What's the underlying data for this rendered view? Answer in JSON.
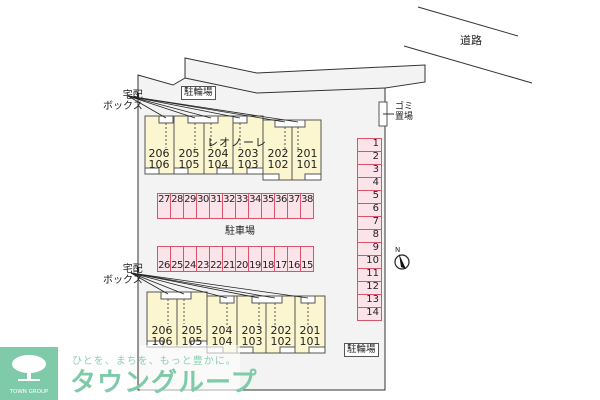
{
  "map": {
    "road_label": "道路",
    "bicycle_parking_top": "駐輪場",
    "bicycle_parking_bottom": "駐輪場",
    "garbage_label_line1": "ゴミ",
    "garbage_label_line2": "置場",
    "parking_label": "駐車場",
    "delivery_box_top_line1": "宅配",
    "delivery_box_top_line2": "ボックス",
    "delivery_box_bottom_line1": "宅配",
    "delivery_box_bottom_line2": "ボックス",
    "building_name": "レオノーレ",
    "compass_label": "N"
  },
  "building_top": {
    "units": [
      {
        "upper": "206",
        "lower": "106"
      },
      {
        "upper": "205",
        "lower": "105"
      },
      {
        "upper": "204",
        "lower": "104"
      },
      {
        "upper": "203",
        "lower": "103"
      },
      {
        "upper": "202",
        "lower": "102"
      },
      {
        "upper": "201",
        "lower": "101"
      }
    ]
  },
  "building_bottom": {
    "units": [
      {
        "upper": "206",
        "lower": "106"
      },
      {
        "upper": "205",
        "lower": "105"
      },
      {
        "upper": "204",
        "lower": "104"
      },
      {
        "upper": "203",
        "lower": "103"
      },
      {
        "upper": "202",
        "lower": "102"
      },
      {
        "upper": "201",
        "lower": "101"
      }
    ]
  },
  "parking": {
    "right_column": [
      "1",
      "2",
      "3",
      "4",
      "5",
      "6",
      "7",
      "8",
      "9",
      "10",
      "11",
      "12",
      "13",
      "14"
    ],
    "top_row": [
      "27",
      "28",
      "29",
      "30",
      "31",
      "32",
      "33",
      "34",
      "35",
      "36",
      "37",
      "38"
    ],
    "bottom_row": [
      "26",
      "25",
      "24",
      "23",
      "22",
      "21",
      "20",
      "19",
      "18",
      "17",
      "16",
      "15"
    ]
  },
  "branding": {
    "tagline": "ひとを、まちを、もっと豊かに。",
    "brand_name": "タウングループ",
    "logo_caption": "TOWN GROUP"
  },
  "colors": {
    "lot_fill": "#f3f3f4",
    "building_fill": "#fbf6cf",
    "parking_fill": "#fbe3ea",
    "parking_border": "#d9546b",
    "brand_green": "#7ecaa9"
  }
}
